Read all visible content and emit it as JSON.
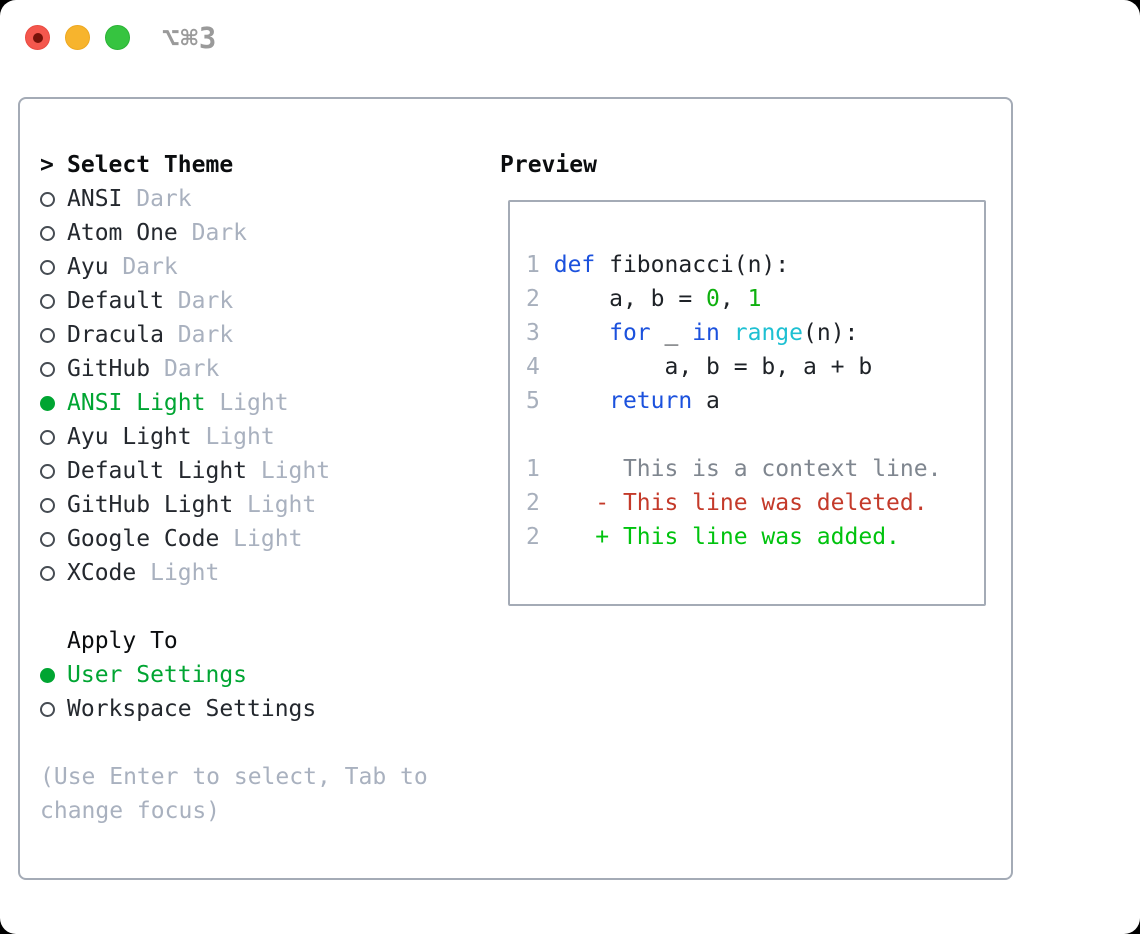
{
  "window": {
    "title": "⌥⌘3",
    "traffic_lights": [
      "close",
      "minimize",
      "zoom"
    ]
  },
  "theme_panel": {
    "pointer": ">",
    "title": "Select Theme",
    "themes": [
      {
        "name": "ANSI",
        "variant": "Dark",
        "selected": false
      },
      {
        "name": "Atom One",
        "variant": "Dark",
        "selected": false
      },
      {
        "name": "Ayu",
        "variant": "Dark",
        "selected": false
      },
      {
        "name": "Default",
        "variant": "Dark",
        "selected": false
      },
      {
        "name": "Dracula",
        "variant": "Dark",
        "selected": false
      },
      {
        "name": "GitHub",
        "variant": "Dark",
        "selected": false
      },
      {
        "name": "ANSI Light",
        "variant": "Light",
        "selected": true
      },
      {
        "name": "Ayu Light",
        "variant": "Light",
        "selected": false
      },
      {
        "name": "Default Light",
        "variant": "Light",
        "selected": false
      },
      {
        "name": "GitHub Light",
        "variant": "Light",
        "selected": false
      },
      {
        "name": "Google Code",
        "variant": "Light",
        "selected": false
      },
      {
        "name": "XCode",
        "variant": "Light",
        "selected": false
      }
    ],
    "apply_to": {
      "label": "Apply To",
      "options": [
        {
          "name": "User Settings",
          "selected": true
        },
        {
          "name": "Workspace Settings",
          "selected": false
        }
      ]
    },
    "help_text": "(Use Enter to select, Tab to change focus)"
  },
  "preview_panel": {
    "label": "Preview",
    "code_lines": [
      {
        "number": "1",
        "segments": [
          {
            "t": "def",
            "c": "kw"
          },
          {
            "t": " fibonacci(n):",
            "c": "fg"
          }
        ]
      },
      {
        "number": "2",
        "segments": [
          {
            "t": "    a, b = ",
            "c": "fg"
          },
          {
            "t": "0",
            "c": "num"
          },
          {
            "t": ", ",
            "c": "fg"
          },
          {
            "t": "1",
            "c": "num"
          }
        ]
      },
      {
        "number": "3",
        "segments": [
          {
            "t": "    ",
            "c": "fg"
          },
          {
            "t": "for",
            "c": "kw"
          },
          {
            "t": " _ ",
            "c": "fg"
          },
          {
            "t": "in",
            "c": "kw"
          },
          {
            "t": " ",
            "c": "fg"
          },
          {
            "t": "range",
            "c": "fn"
          },
          {
            "t": "(n):",
            "c": "fg"
          }
        ]
      },
      {
        "number": "4",
        "segments": [
          {
            "t": "        a, b = b, a + b",
            "c": "fg"
          }
        ]
      },
      {
        "number": "5",
        "segments": [
          {
            "t": "    ",
            "c": "fg"
          },
          {
            "t": "return",
            "c": "kw"
          },
          {
            "t": " a",
            "c": "fg"
          }
        ]
      }
    ],
    "diff_lines": [
      {
        "number": "1",
        "marker": " ",
        "text": "This is a context line.",
        "kind": "context"
      },
      {
        "number": "2",
        "marker": "-",
        "text": "This line was deleted.",
        "kind": "deleted"
      },
      {
        "number": "2",
        "marker": "+",
        "text": "This line was added.",
        "kind": "added"
      }
    ]
  },
  "colors": {
    "accent_green": "#00a532",
    "added_green": "#00c30e",
    "deleted_red": "#c43a2a",
    "keyword_blue": "#1b51dd",
    "builtin_cyan": "#1ec0d2",
    "number_green": "#0fb00f",
    "muted_gray": "#a9b1bf",
    "context_gray": "#7f868f",
    "line_number_gray": "#a7afbc",
    "border_gray": "#a4abb6",
    "traffic_red": "#f4574d",
    "traffic_yellow": "#f7b42d",
    "traffic_green": "#36c440"
  }
}
